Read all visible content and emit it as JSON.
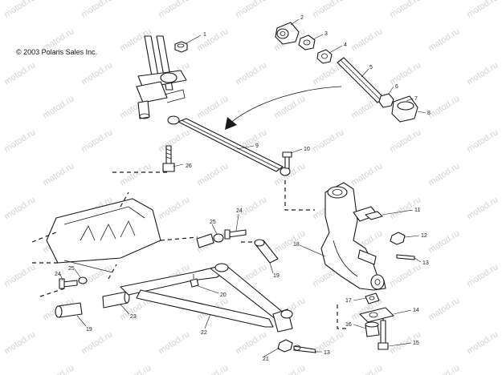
{
  "copyright": "© 2003 Polaris Sales Inc.",
  "watermark": "motod.ru",
  "callouts": [
    {
      "id": "1",
      "label": "1"
    },
    {
      "id": "2",
      "label": "2"
    },
    {
      "id": "3",
      "label": "3"
    },
    {
      "id": "4",
      "label": "4"
    },
    {
      "id": "5",
      "label": "5"
    },
    {
      "id": "6",
      "label": "6"
    },
    {
      "id": "7",
      "label": "7"
    },
    {
      "id": "8",
      "label": "8"
    },
    {
      "id": "9",
      "label": "9"
    },
    {
      "id": "10",
      "label": "10"
    },
    {
      "id": "11",
      "label": "11"
    },
    {
      "id": "12",
      "label": "12"
    },
    {
      "id": "13a",
      "label": "13"
    },
    {
      "id": "13b",
      "label": "13"
    },
    {
      "id": "14",
      "label": "14"
    },
    {
      "id": "15",
      "label": "15"
    },
    {
      "id": "16",
      "label": "16"
    },
    {
      "id": "17",
      "label": "17"
    },
    {
      "id": "18",
      "label": "18"
    },
    {
      "id": "19a",
      "label": "19"
    },
    {
      "id": "19b",
      "label": "19"
    },
    {
      "id": "20",
      "label": "20"
    },
    {
      "id": "21",
      "label": "21"
    },
    {
      "id": "22",
      "label": "22"
    },
    {
      "id": "23",
      "label": "23"
    },
    {
      "id": "24a",
      "label": "24"
    },
    {
      "id": "24b",
      "label": "24"
    },
    {
      "id": "25a",
      "label": "25"
    },
    {
      "id": "25b",
      "label": "25"
    },
    {
      "id": "26",
      "label": "26"
    }
  ]
}
